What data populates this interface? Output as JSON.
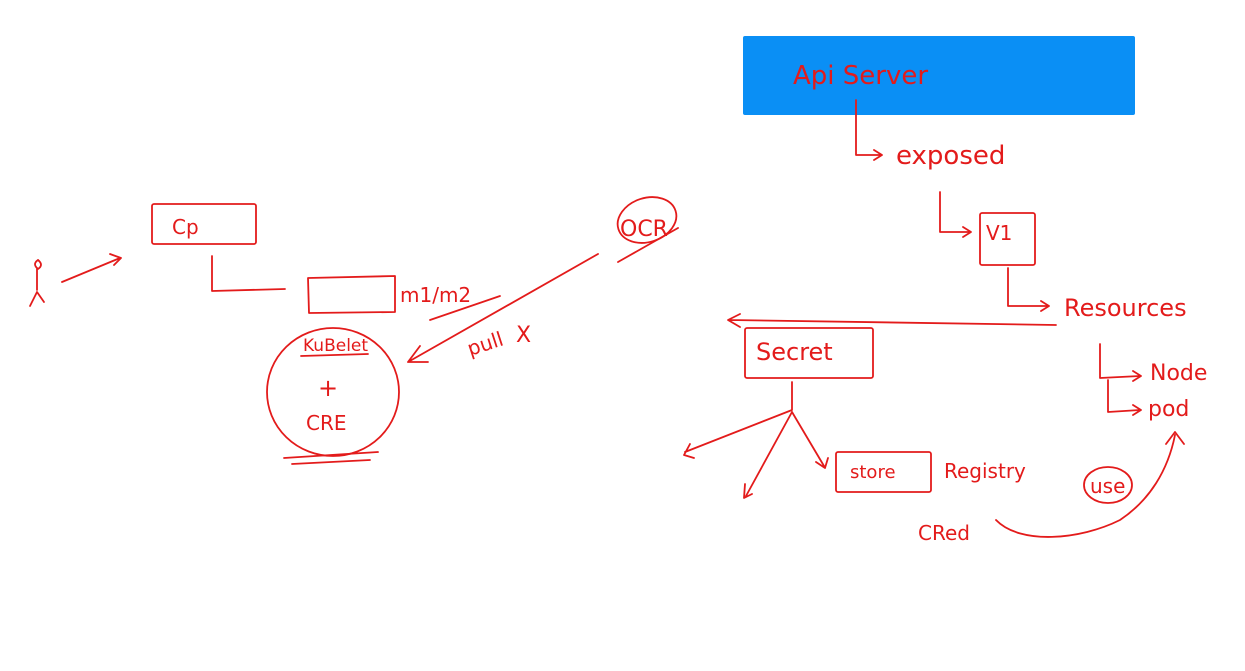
{
  "colors": {
    "ink": "#e31b1b",
    "banner": "#0a8ff5",
    "background": "#ffffff"
  },
  "left_diagram": {
    "cp_label": "Cp",
    "node_label": "m1/m2",
    "kubelet_label": "KuBelet",
    "plus_label": "+",
    "cre_label": "CRE",
    "registry_label": "OCR",
    "pull_label": "pull",
    "pull_mark": "X"
  },
  "right_diagram": {
    "banner_label": "Api Server",
    "exposed_label": "exposed",
    "version_label": "V1",
    "resources_label": "Resources",
    "node_label": "Node",
    "pod_label": "pod",
    "secret_label": "Secret",
    "store_label": "store",
    "registry_label": "Registry",
    "cred_label": "CRed",
    "use_label": "use"
  }
}
